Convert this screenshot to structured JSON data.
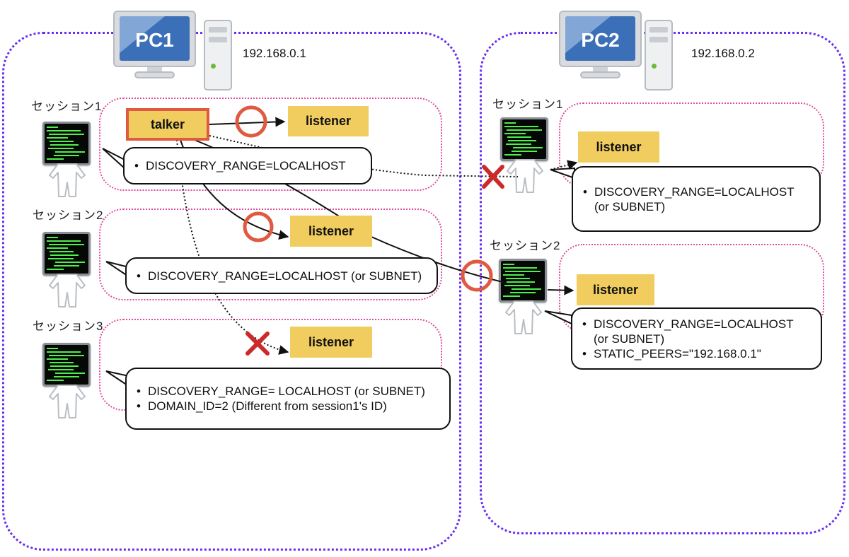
{
  "pcs": [
    {
      "label": "PC1",
      "ip": "192.168.0.1",
      "sessions": [
        {
          "label": "セッション1",
          "nodes": [
            {
              "role": "talker",
              "label": "talker"
            },
            {
              "role": "listener",
              "label": "listener"
            }
          ],
          "settings": [
            "DISCOVERY_RANGE=LOCALHOST"
          ]
        },
        {
          "label": "セッション2",
          "nodes": [
            {
              "role": "listener",
              "label": "listener"
            }
          ],
          "settings": [
            "DISCOVERY_RANGE=LOCALHOST (or SUBNET)"
          ]
        },
        {
          "label": "セッション3",
          "nodes": [
            {
              "role": "listener",
              "label": "listener"
            }
          ],
          "settings": [
            "DISCOVERY_RANGE= LOCALHOST (or SUBNET)",
            "DOMAIN_ID=2 (Different from session1's ID)"
          ]
        }
      ]
    },
    {
      "label": "PC2",
      "ip": "192.168.0.2",
      "sessions": [
        {
          "label": "セッション1",
          "nodes": [
            {
              "role": "listener",
              "label": "listener"
            }
          ],
          "settings": [
            [
              "DISCOVERY_RANGE=LOCALHOST",
              "(or SUBNET)"
            ]
          ]
        },
        {
          "label": "セッション2",
          "nodes": [
            {
              "role": "listener",
              "label": "listener"
            }
          ],
          "settings": [
            [
              "DISCOVERY_RANGE=LOCALHOST",
              "(or SUBNET)"
            ],
            [
              "STATIC_PEERS=\"192.168.0.1\""
            ]
          ]
        }
      ]
    }
  ],
  "connections": [
    {
      "from": "PC1/session1/talker",
      "to": "PC1/session1/listener",
      "result": "ok",
      "style": "solid"
    },
    {
      "from": "PC1/session1/talker",
      "to": "PC1/session2/listener",
      "result": "ok",
      "style": "solid"
    },
    {
      "from": "PC1/session1/talker",
      "to": "PC1/session3/listener",
      "result": "blocked",
      "style": "dotted"
    },
    {
      "from": "PC1/session1/talker",
      "to": "PC2/session1/listener",
      "result": "blocked",
      "style": "dotted"
    },
    {
      "from": "PC1/session1/talker",
      "to": "PC2/session2/listener",
      "result": "ok",
      "style": "solid"
    }
  ],
  "markers": {
    "ok": {
      "symbol": "circle",
      "color": "#df5a40"
    },
    "blocked": {
      "symbol": "cross",
      "color": "#cc2a2a"
    }
  },
  "colors": {
    "pc_frame": "#6a2ff0",
    "session_frame": "#e04b9a",
    "node_fill": "#f0cd5e",
    "talker_border": "#df5a40",
    "screen_blue": "#3b6fb8"
  }
}
